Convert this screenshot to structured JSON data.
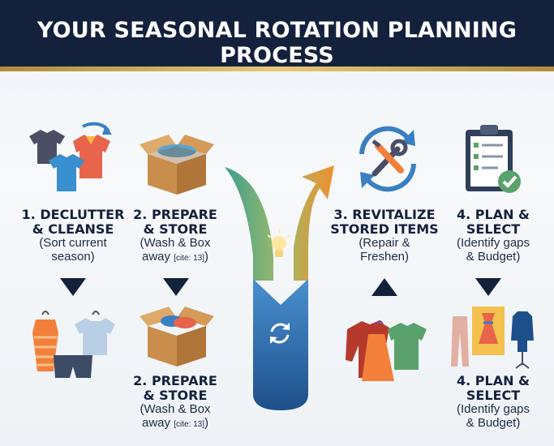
{
  "title": "YOUR SEASONAL ROTATION PLANNING PROCESS",
  "steps": {
    "declutter": {
      "h1": "1. DECLUTTER",
      "h2": "& CLEANSE",
      "d1": "(Sort current",
      "d2": "season)"
    },
    "prepare_top": {
      "h1": "2. PREPARE",
      "h2": "& STORE",
      "d1": "(Wash & Box",
      "d2": "away",
      "cite": "[cite: 13]",
      "close": ")"
    },
    "revitalize": {
      "h1": "3. REVITALIZE",
      "h2": "STORED ITEMS",
      "d1": "(Repair &",
      "d2": "Freshen)"
    },
    "plan_top": {
      "h1": "4. PLAN &",
      "h2": "SELECT",
      "d1": "(Identify gaps",
      "d2": "& Budget)"
    },
    "prepare_bottom": {
      "h1": "2. PREPARE",
      "h2": "& STORE",
      "d1": "(Wash & Box",
      "d2": "away",
      "cite": "[cite: 13]",
      "close": ")"
    },
    "plan_bottom": {
      "h1": "4. PLAN &",
      "h2": "SELECT",
      "d1": "(Identify gaps",
      "d2": "& Budget)"
    }
  },
  "icons": [
    "clothes-sort-icon",
    "box-icon",
    "tools-cycle-icon",
    "clipboard-check-icon",
    "summer-clothes-icon",
    "box-icon",
    "sweaters-icon",
    "outfit-plan-icon",
    "lightbulb-icon",
    "refresh-icon"
  ],
  "colors": {
    "navy": "#14213d",
    "gold": "#d9b766",
    "orange": "#f28c28",
    "teal": "#3a7fc1",
    "green": "#5aa26b"
  }
}
